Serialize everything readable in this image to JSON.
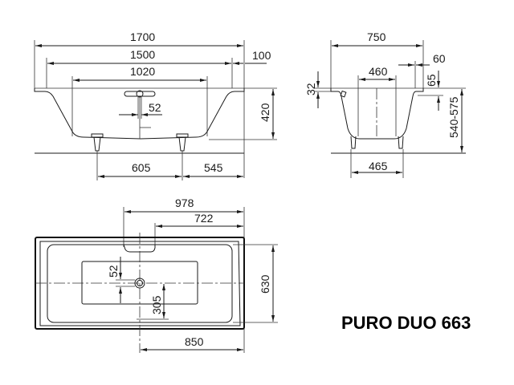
{
  "title": "PURO DUO 663",
  "front_view": {
    "dims": {
      "overall_length": "1700",
      "inner_length": "1500",
      "base_length": "1020",
      "rim": "100",
      "drain_offset": "52",
      "height": "420",
      "foot_left": "605",
      "foot_right": "545"
    }
  },
  "side_view": {
    "dims": {
      "overall_width": "750",
      "base_width": "460",
      "rim_width": "60",
      "rim_drop": "65",
      "rim_thickness": "32",
      "height_range": "540-575",
      "foot_spacing": "465"
    }
  },
  "top_view": {
    "dims": {
      "to_overflow_outer": "978",
      "to_overflow_inner": "722",
      "drain_offset": "52",
      "drain_to_edge": "305",
      "inner_width": "630",
      "drain_to_end": "850"
    }
  }
}
